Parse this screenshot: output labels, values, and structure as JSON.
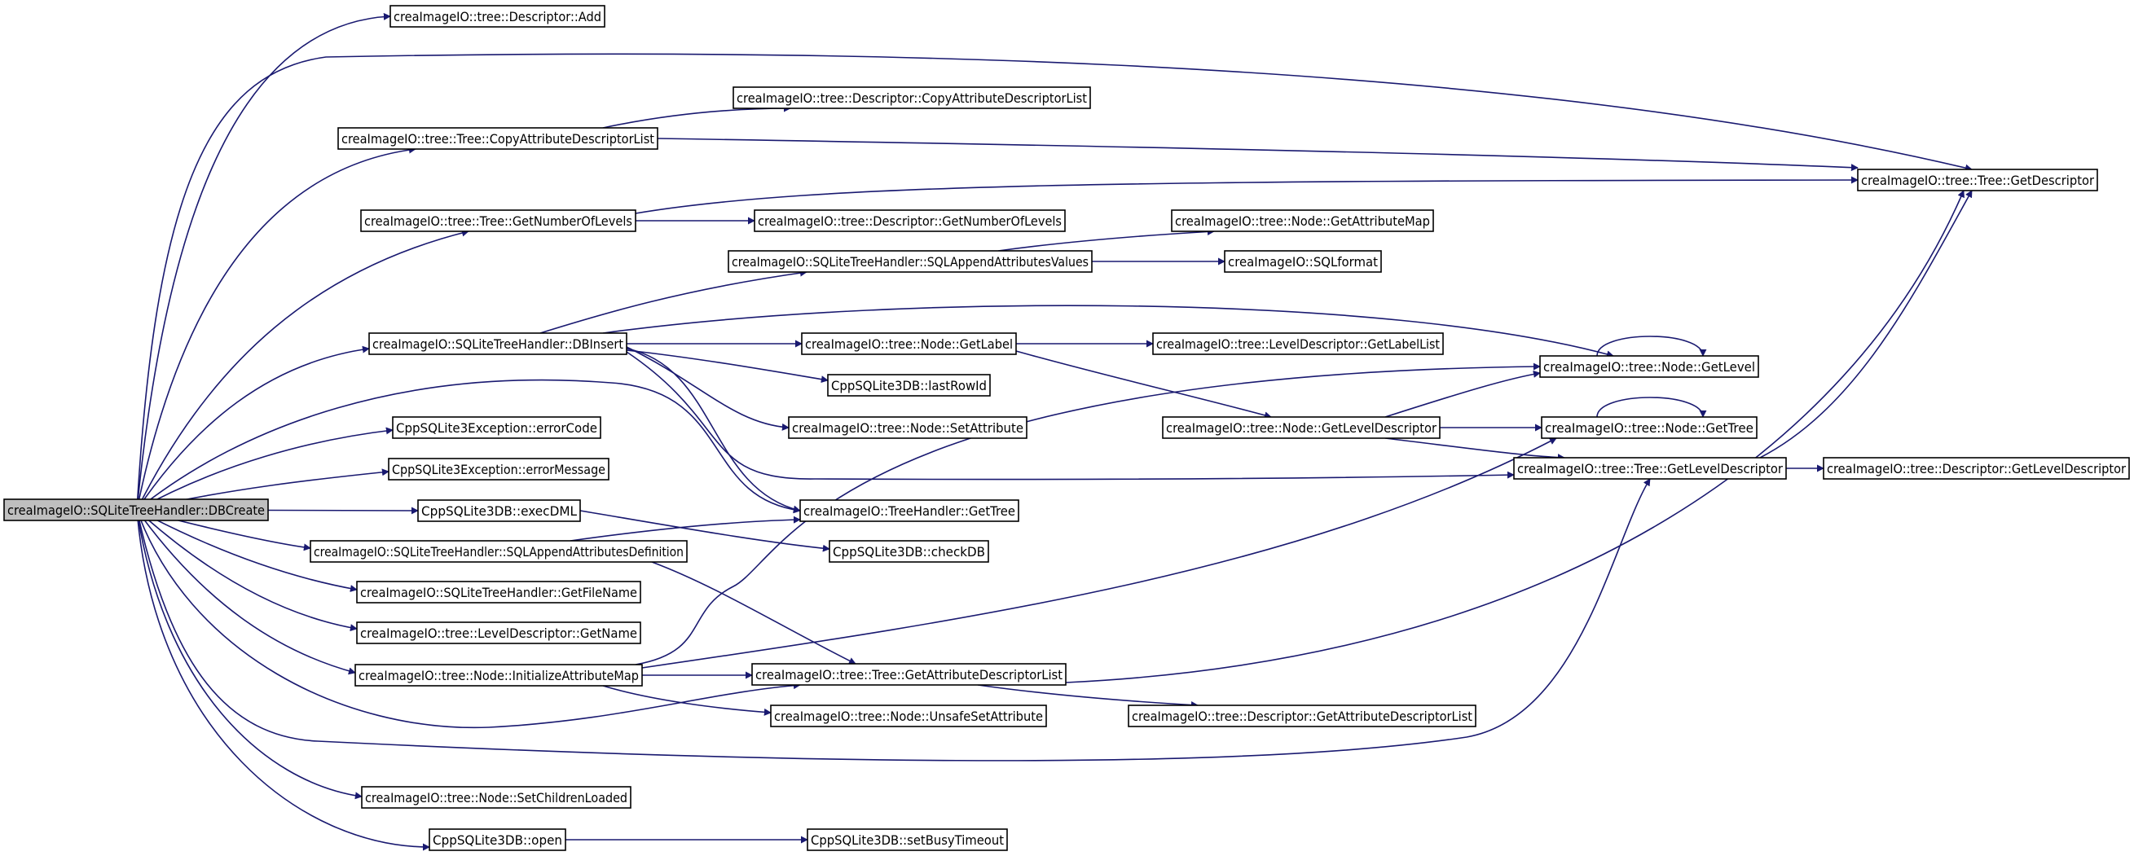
{
  "graph": {
    "edge_color": "#191970",
    "root_fill": "#bfbfbf",
    "nodes": [
      {
        "id": "dbcreate",
        "label": "creaImageIO::SQLiteTreeHandler::DBCreate",
        "root": true
      },
      {
        "id": "desc_add",
        "label": "creaImageIO::tree::Descriptor::Add"
      },
      {
        "id": "desc_copyattr",
        "label": "creaImageIO::tree::Descriptor::CopyAttributeDescriptorList"
      },
      {
        "id": "tree_copyattr",
        "label": "creaImageIO::tree::Tree::CopyAttributeDescriptorList"
      },
      {
        "id": "tree_getdesc",
        "label": "creaImageIO::tree::Tree::GetDescriptor"
      },
      {
        "id": "tree_getnumlevels",
        "label": "creaImageIO::tree::Tree::GetNumberOfLevels"
      },
      {
        "id": "desc_getnumlevels",
        "label": "creaImageIO::tree::Descriptor::GetNumberOfLevels"
      },
      {
        "id": "node_getattrmap",
        "label": "creaImageIO::tree::Node::GetAttributeMap"
      },
      {
        "id": "sql_appendvalues",
        "label": "creaImageIO::SQLiteTreeHandler::SQLAppendAttributesValues"
      },
      {
        "id": "sqlformat",
        "label": "creaImageIO::SQLformat"
      },
      {
        "id": "dbinsert",
        "label": "creaImageIO::SQLiteTreeHandler::DBInsert"
      },
      {
        "id": "node_getlabel",
        "label": "creaImageIO::tree::Node::GetLabel"
      },
      {
        "id": "leveldesc_getlabellist",
        "label": "creaImageIO::tree::LevelDescriptor::GetLabelList"
      },
      {
        "id": "node_getlevel",
        "label": "creaImageIO::tree::Node::GetLevel"
      },
      {
        "id": "lastrowid",
        "label": "CppSQLite3DB::lastRowId"
      },
      {
        "id": "errorcode",
        "label": "CppSQLite3Exception::errorCode"
      },
      {
        "id": "node_setattr",
        "label": "creaImageIO::tree::Node::SetAttribute"
      },
      {
        "id": "node_getleveldesc",
        "label": "creaImageIO::tree::Node::GetLevelDescriptor"
      },
      {
        "id": "node_gettree",
        "label": "creaImageIO::tree::Node::GetTree"
      },
      {
        "id": "errormessage",
        "label": "CppSQLite3Exception::errorMessage"
      },
      {
        "id": "tree_getleveldesc",
        "label": "creaImageIO::tree::Tree::GetLevelDescriptor"
      },
      {
        "id": "desc_getleveldesc",
        "label": "creaImageIO::tree::Descriptor::GetLevelDescriptor"
      },
      {
        "id": "execdml",
        "label": "CppSQLite3DB::execDML"
      },
      {
        "id": "th_gettree",
        "label": "creaImageIO::TreeHandler::GetTree"
      },
      {
        "id": "sql_appenddef",
        "label": "creaImageIO::SQLiteTreeHandler::SQLAppendAttributesDefinition"
      },
      {
        "id": "checkdb",
        "label": "CppSQLite3DB::checkDB"
      },
      {
        "id": "getfilename",
        "label": "creaImageIO::SQLiteTreeHandler::GetFileName"
      },
      {
        "id": "leveldesc_getname",
        "label": "creaImageIO::tree::LevelDescriptor::GetName"
      },
      {
        "id": "node_initattrmap",
        "label": "creaImageIO::tree::Node::InitializeAttributeMap"
      },
      {
        "id": "tree_getattrdesclist",
        "label": "creaImageIO::tree::Tree::GetAttributeDescriptorList"
      },
      {
        "id": "node_unsafesetattr",
        "label": "creaImageIO::tree::Node::UnsafeSetAttribute"
      },
      {
        "id": "desc_getattrdesclist",
        "label": "creaImageIO::tree::Descriptor::GetAttributeDescriptorList"
      },
      {
        "id": "node_setchildrenloaded",
        "label": "creaImageIO::tree::Node::SetChildrenLoaded"
      },
      {
        "id": "open",
        "label": "CppSQLite3DB::open"
      },
      {
        "id": "setbusytimeout",
        "label": "CppSQLite3DB::setBusyTimeout"
      }
    ],
    "edges": [
      [
        "dbcreate",
        "desc_add"
      ],
      [
        "dbcreate",
        "tree_getdesc"
      ],
      [
        "dbcreate",
        "tree_copyattr"
      ],
      [
        "dbcreate",
        "tree_getnumlevels"
      ],
      [
        "dbcreate",
        "dbinsert"
      ],
      [
        "dbcreate",
        "th_gettree"
      ],
      [
        "dbcreate",
        "errorcode"
      ],
      [
        "dbcreate",
        "errormessage"
      ],
      [
        "dbcreate",
        "execdml"
      ],
      [
        "dbcreate",
        "sql_appenddef"
      ],
      [
        "dbcreate",
        "getfilename"
      ],
      [
        "dbcreate",
        "leveldesc_getname"
      ],
      [
        "dbcreate",
        "node_initattrmap"
      ],
      [
        "dbcreate",
        "tree_getattrdesclist"
      ],
      [
        "dbcreate",
        "tree_getleveldesc"
      ],
      [
        "dbcreate",
        "node_setchildrenloaded"
      ],
      [
        "dbcreate",
        "open"
      ],
      [
        "tree_copyattr",
        "desc_copyattr"
      ],
      [
        "tree_copyattr",
        "tree_getdesc"
      ],
      [
        "tree_getnumlevels",
        "tree_getdesc"
      ],
      [
        "tree_getnumlevels",
        "desc_getnumlevels"
      ],
      [
        "sql_appendvalues",
        "node_getattrmap"
      ],
      [
        "sql_appendvalues",
        "sqlformat"
      ],
      [
        "dbinsert",
        "sql_appendvalues"
      ],
      [
        "dbinsert",
        "node_getlabel"
      ],
      [
        "dbinsert",
        "lastrowid"
      ],
      [
        "dbinsert",
        "node_setattr"
      ],
      [
        "dbinsert",
        "th_gettree"
      ],
      [
        "dbinsert",
        "node_getlevel"
      ],
      [
        "dbinsert",
        "tree_getleveldesc"
      ],
      [
        "node_getlabel",
        "leveldesc_getlabellist"
      ],
      [
        "node_getlabel",
        "node_getleveldesc"
      ],
      [
        "node_getlevel",
        "node_getlevel"
      ],
      [
        "node_gettree",
        "node_gettree"
      ],
      [
        "node_getleveldesc",
        "node_getlevel"
      ],
      [
        "node_getleveldesc",
        "node_gettree"
      ],
      [
        "node_getleveldesc",
        "tree_getleveldesc"
      ],
      [
        "tree_getleveldesc",
        "tree_getdesc"
      ],
      [
        "tree_getleveldesc",
        "desc_getleveldesc"
      ],
      [
        "execdml",
        "checkdb"
      ],
      [
        "sql_appenddef",
        "th_gettree"
      ],
      [
        "sql_appenddef",
        "tree_getattrdesclist"
      ],
      [
        "node_initattrmap",
        "node_getlevel"
      ],
      [
        "node_initattrmap",
        "node_gettree"
      ],
      [
        "node_initattrmap",
        "tree_getattrdesclist"
      ],
      [
        "node_initattrmap",
        "node_unsafesetattr"
      ],
      [
        "tree_getattrdesclist",
        "tree_getdesc"
      ],
      [
        "tree_getattrdesclist",
        "desc_getattrdesclist"
      ],
      [
        "open",
        "setbusytimeout"
      ]
    ]
  }
}
